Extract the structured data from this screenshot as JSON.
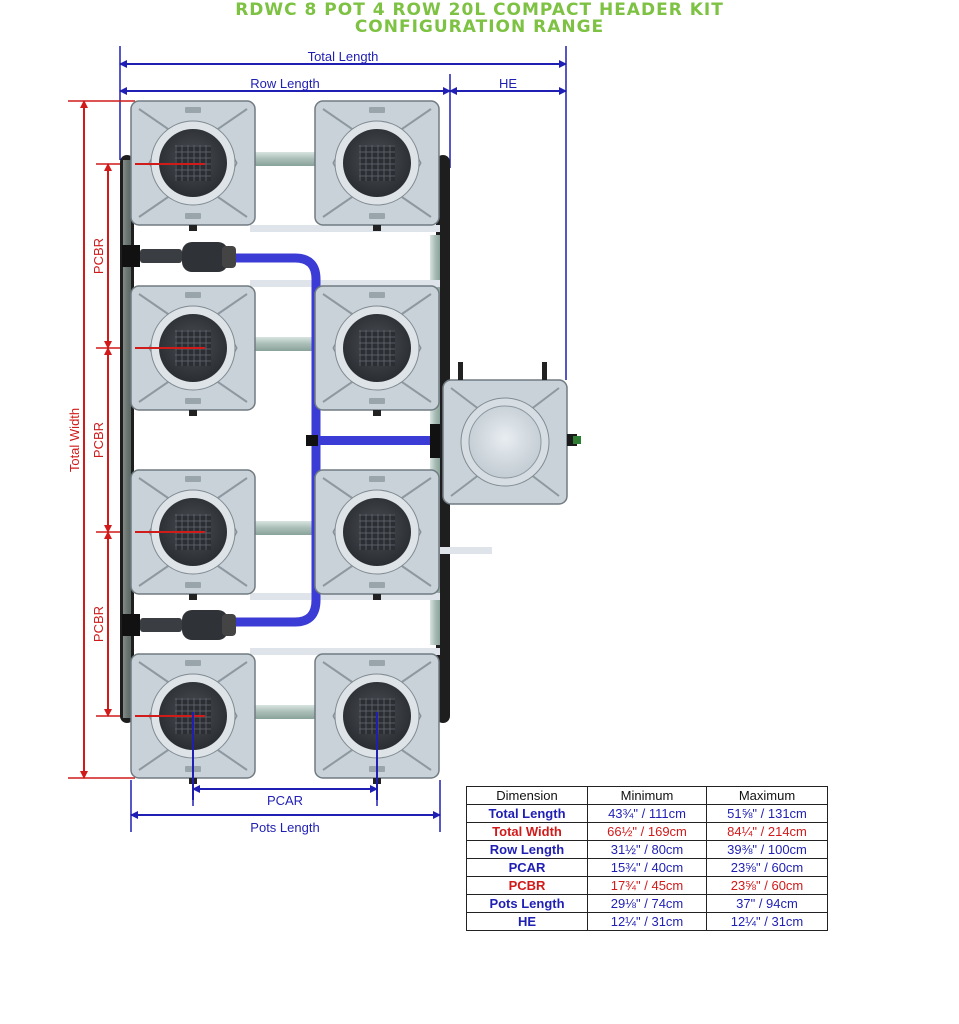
{
  "title": {
    "line1": "RDWC 8 POT 4 ROW 20L COMPACT HEADER KIT",
    "line2": "CONFIGURATION RANGE"
  },
  "labels": {
    "total_length": "Total Length",
    "row_length": "Row Length",
    "he": "HE",
    "total_width": "Total Width",
    "pcbr": "PCBR",
    "pcar": "PCAR",
    "pots_length": "Pots Length"
  },
  "colors": {
    "title": "#7dc242",
    "blue_dim": "#1f1fb4",
    "red_dim": "#d11a1a",
    "pot": "#c7d0d6",
    "pipe_blue": "#3b3bd6"
  },
  "table": {
    "headers": [
      "Dimension",
      "Minimum",
      "Maximum"
    ],
    "rows": [
      {
        "dimension": "Total Length",
        "min": "43¾\" / 111cm",
        "max": "51⅝\" / 131cm",
        "color": "#1f1fb4"
      },
      {
        "dimension": "Total Width",
        "min": "66½\" / 169cm",
        "max": "84¼\" / 214cm",
        "color": "#d11a1a"
      },
      {
        "dimension": "Row Length",
        "min": "31½\" / 80cm",
        "max": "39⅜\" / 100cm",
        "color": "#1f1fb4"
      },
      {
        "dimension": "PCAR",
        "min": "15¾\" / 40cm",
        "max": "23⅝\" / 60cm",
        "color": "#1f1fb4"
      },
      {
        "dimension": "PCBR",
        "min": "17¾\" / 45cm",
        "max": "23⅝\" / 60cm",
        "color": "#d11a1a"
      },
      {
        "dimension": "Pots Length",
        "min": "29⅛\" / 74cm",
        "max": "37\" / 94cm",
        "color": "#1f1fb4"
      },
      {
        "dimension": "HE",
        "min": "12¼\" / 31cm",
        "max": "12¼\" / 31cm",
        "color": "#1f1fb4"
      }
    ]
  }
}
